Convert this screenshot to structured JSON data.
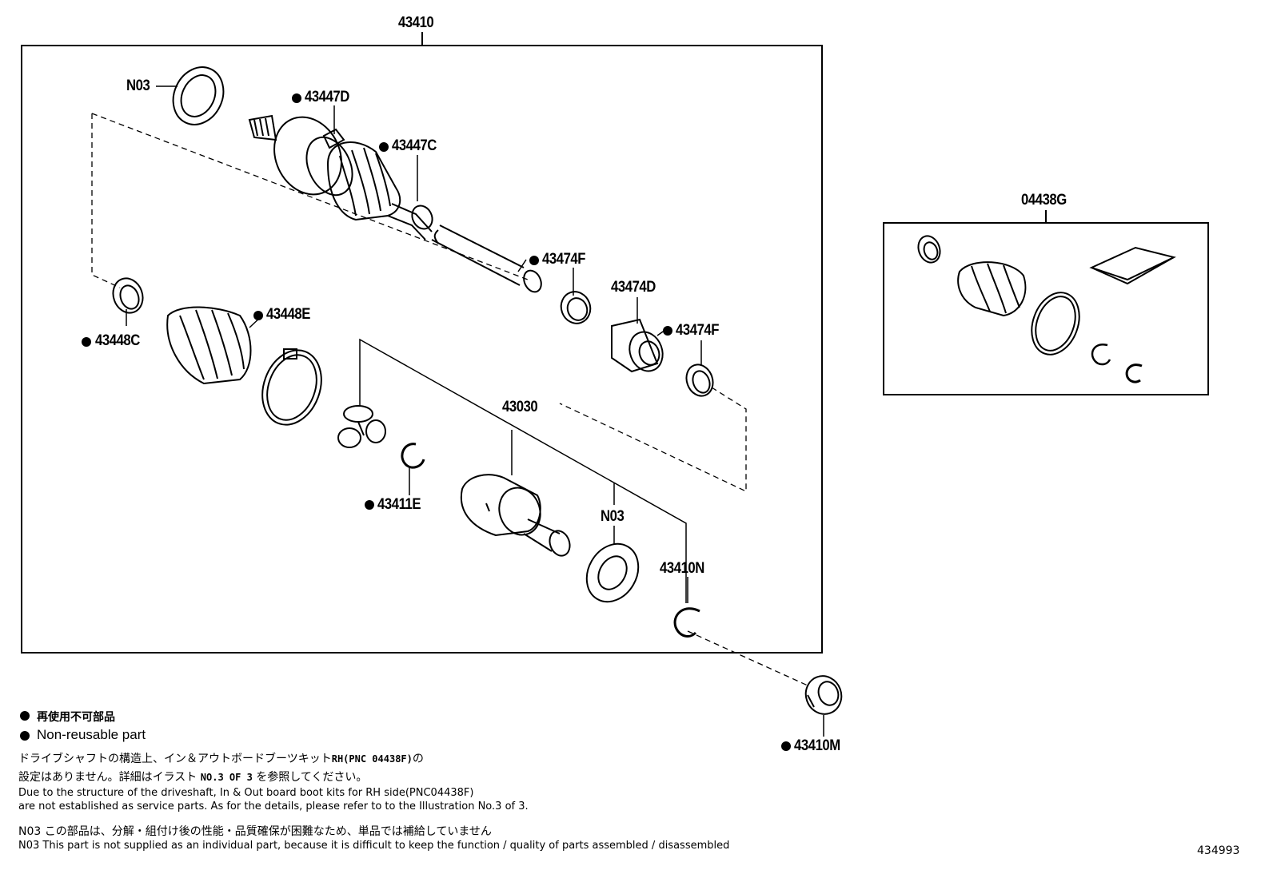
{
  "labels": {
    "main_assembly": "43410",
    "kit": "04438G",
    "seal_top": "N03",
    "clamp_outer_big": "43447D",
    "clamp_outer_small": "43447C",
    "clamp_shaft": "43474F",
    "damper": "43474D",
    "clamp_damper": "43474F",
    "clamp_inner_small": "43448C",
    "clamp_inner_big": "43448E",
    "inboard_joint": "43030",
    "snap_ring": "43411E",
    "seal_bottom": "N03",
    "ring_bottom": "43410N",
    "bearing": "43410M"
  },
  "legend": {
    "jp": "再使用不可部品",
    "en": "Non-reusable part"
  },
  "notes": {
    "jp1_a": "ドライブシャフトの構造上、イン＆アウトボードブーツキット",
    "jp1_code": "RH(PNC 04438F)",
    "jp1_b": "の",
    "jp2_a": "設定はありません。詳細はイラスト",
    "jp2_code": "NO.3 OF 3",
    "jp2_b": "を参照してください。",
    "en1": "Due to the structure of the driveshaft, In & Out board  boot kits for RH side(PNC04438F)",
    "en2": "are not established as service parts. As for the details, please refer to to the Illustration No.3 of 3.",
    "n03_jp": "N03 この部品は、分解・組付け後の性能・品質確保が困難なため、単品では補給していません",
    "n03_en": "N03 This part is not supplied as an  individual part, because it is difficult to keep the function / quality of parts assembled / disassembled"
  },
  "illustration_id": "434993"
}
